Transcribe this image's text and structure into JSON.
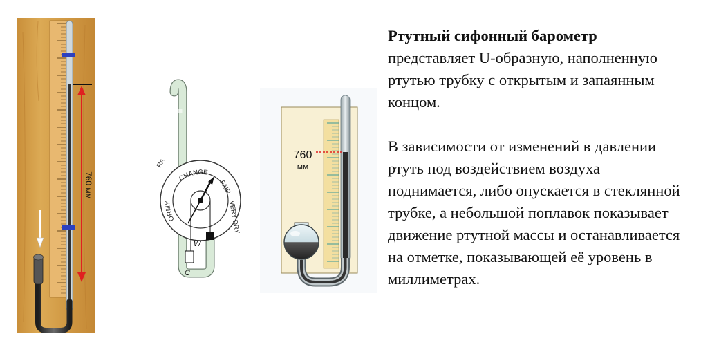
{
  "figure_left": {
    "height_label": "760 мм"
  },
  "figure_middle": {
    "dial_words": [
      "STORMY",
      "RAIN",
      "CHANGE",
      "FAIR",
      "VERY DRY"
    ],
    "dial_words_visible": [
      "ORMY",
      "RA",
      "CHANGE",
      "FAIR",
      "VERY DRY"
    ],
    "weight_labels": [
      "W",
      "C"
    ]
  },
  "figure_right": {
    "value": "760",
    "unit": "мм"
  },
  "description": {
    "title": "Ртутный сифонный барометр",
    "intro": "представляет U-образную, наполненную ртутью трубку с открытым и запаянным концом.",
    "body": "В зависимости от изменений в давлении ртуть под воздействием воздуха поднимается, либо опускается в стеклянной трубке, а небольшой поплавок показывает движение ртутной массы и останавливается на отметке, показывающей её уровень в миллиметрах."
  },
  "colors": {
    "wood": "#d6a04a",
    "mercury": "#3a3a3a",
    "glass_green": "#d9ead8",
    "scale_cream": "#f4ecc8",
    "arrow_red": "#e02020",
    "clip_blue": "#2a40c0"
  }
}
